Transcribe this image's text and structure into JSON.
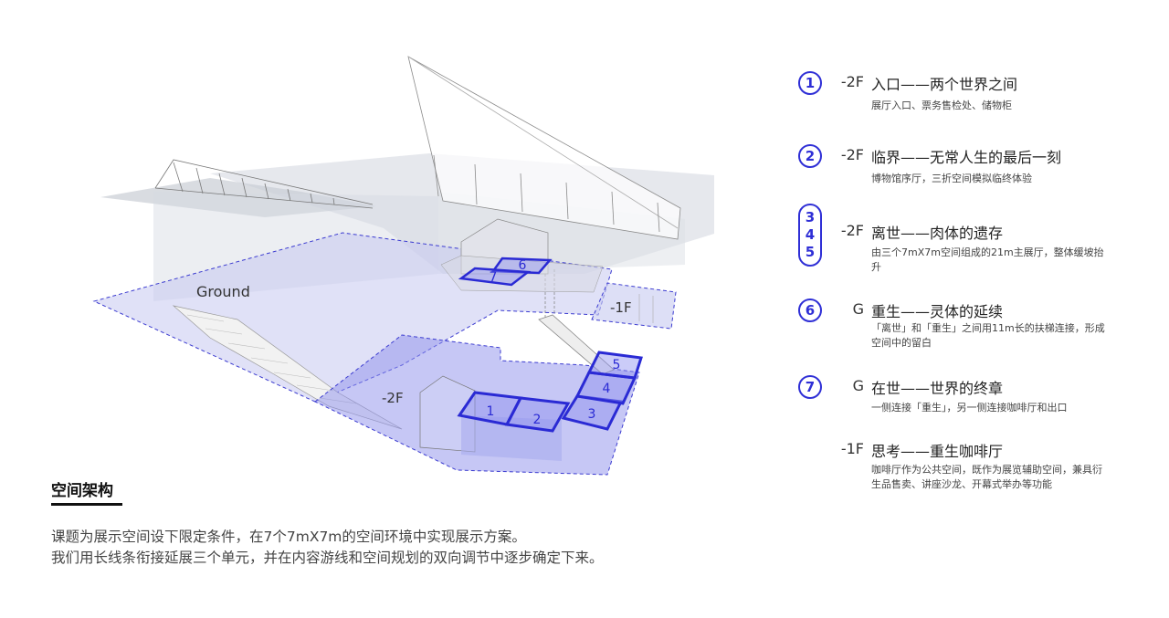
{
  "diagram": {
    "labels": {
      "ground": "Ground",
      "minus2f": "-2F",
      "minus1f": "-1F"
    },
    "units": [
      "1",
      "2",
      "3",
      "4",
      "5",
      "6",
      "7"
    ]
  },
  "legend": {
    "entries": [
      {
        "badge": [
          "1"
        ],
        "floor": "-2F",
        "heading": "入口——两个世界之间",
        "desc": "展厅入口、票务售检处、储物柜"
      },
      {
        "badge": [
          "2"
        ],
        "floor": "-2F",
        "heading": "临界——无常人生的最后一刻",
        "desc": "博物馆序厅，三折空间模拟临终体验"
      },
      {
        "badge": [
          "3",
          "4",
          "5"
        ],
        "floor": "-2F",
        "heading": "离世——肉体的遗存",
        "desc": "由三个7mX7m空间组成的21m主展厅，整体缓坡抬升"
      },
      {
        "badge": [
          "6"
        ],
        "floor": "G",
        "heading": "重生——灵体的延续",
        "desc": "「离世」和「重生」之间用11m长的扶梯连接，形成空间中的留白"
      },
      {
        "badge": [
          "7"
        ],
        "floor": "G",
        "heading": "在世——世界的终章",
        "desc": "一侧连接「重生」，另一侧连接咖啡厅和出口"
      },
      {
        "badge": [],
        "floor": "-1F",
        "heading": "思考——重生咖啡厅",
        "desc": "咖啡厅作为公共空间，既作为展览辅助空间，兼具衍生品售卖、讲座沙龙、开幕式举办等功能"
      }
    ]
  },
  "section": {
    "title": "空间架构",
    "lines": [
      "课题为展示空间设下限定条件，在7个7mX7m的空间环境中实现展示方案。",
      "我们用长线条衔接延展三个单元，并在内容游线和空间规划的双向调节中逐步确定下来。"
    ]
  },
  "colors": {
    "accent": "#2f2fd6",
    "plane": "#c9ccf2",
    "grey_plane": "#c8ccd6"
  }
}
